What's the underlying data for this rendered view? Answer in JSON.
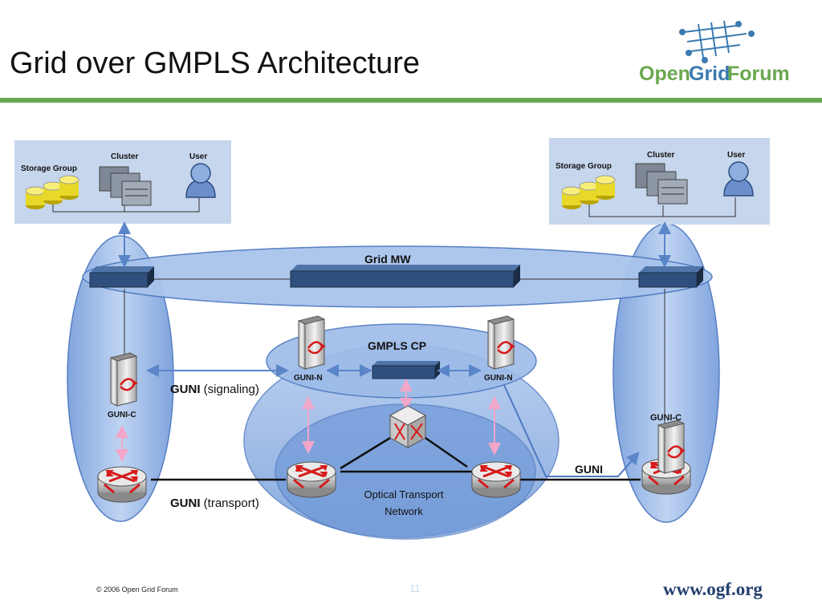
{
  "slide": {
    "title": "Grid over GMPLS Architecture",
    "logo": {
      "open": "Open",
      "grid": "Grid",
      "forum": "Forum",
      "icon": "grid-mesh-icon"
    },
    "footer": {
      "copyright": "© 2006 Open Grid Forum",
      "page_number": "11",
      "url": "www.ogf.org"
    }
  },
  "diagram": {
    "left_site": {
      "storage": "Storage Group",
      "cluster": "Cluster",
      "user": "User"
    },
    "right_site": {
      "storage": "Storage Group",
      "cluster": "Cluster",
      "user": "User"
    },
    "grid_mw": "Grid MW",
    "gmpls_cp": "GMPLS CP",
    "guni_n_left": "GUNI-N",
    "guni_n_right": "GUNI-N",
    "guni_c_left": "GUNI-C",
    "guni_c_right": "GUNI-C",
    "guni_signaling": {
      "bold": "GUNI",
      "rest": " (signaling)"
    },
    "guni_transport": {
      "bold": "GUNI",
      "rest": " (transport)"
    },
    "guni_right": "GUNI",
    "otn_line1": "Optical Transport",
    "otn_line2": "Network",
    "colors": {
      "accent_green": "#6aa84f",
      "ellipse_blue": "#7ea6e0",
      "arrow_pink": "#f2a6c8",
      "router_red": "#d61a1a"
    }
  }
}
